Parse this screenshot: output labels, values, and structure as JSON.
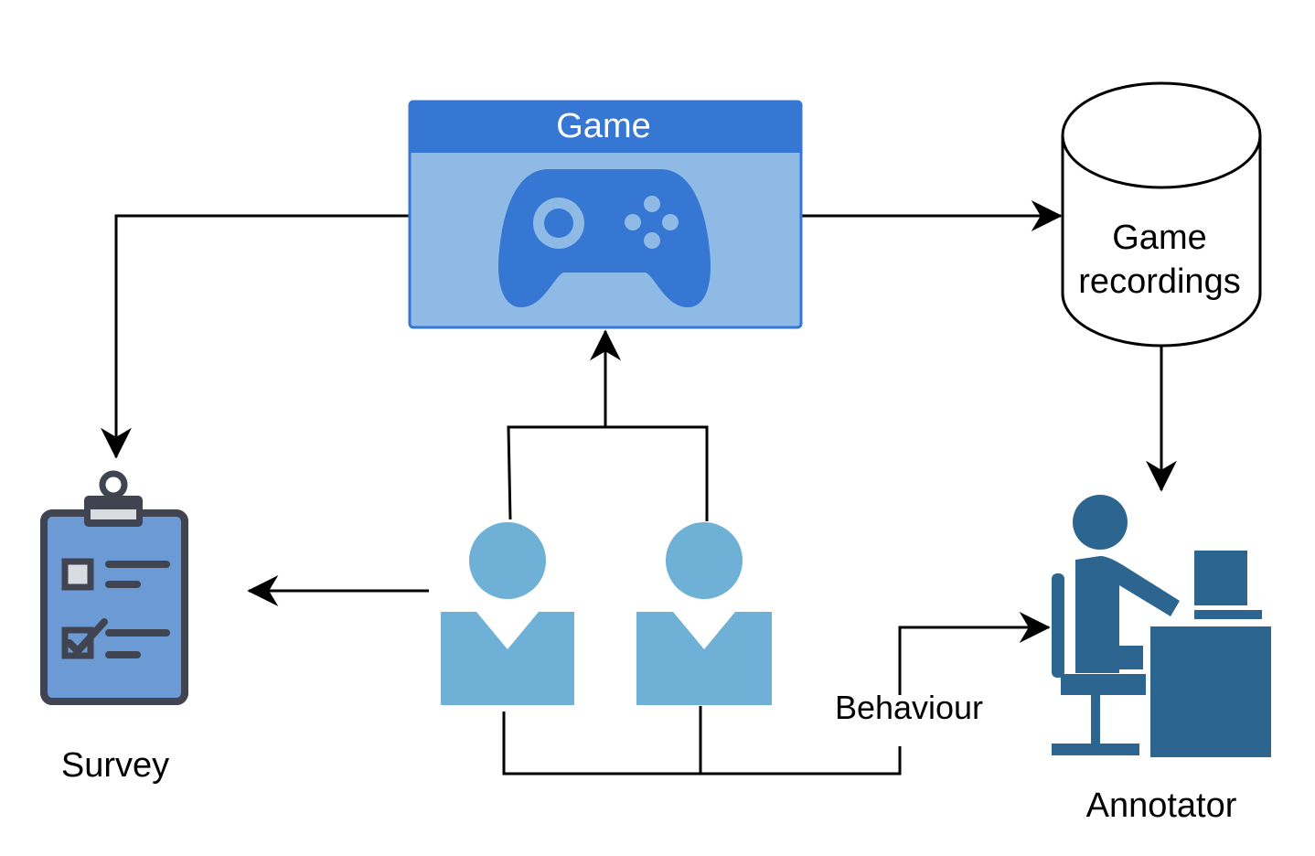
{
  "nodes": {
    "game": {
      "title": "Game",
      "icon": "gamepad-icon"
    },
    "recordings": {
      "line1": "Game",
      "line2": "recordings",
      "icon": "database-cylinder-icon"
    },
    "survey": {
      "label": "Survey",
      "icon": "clipboard-checklist-icon"
    },
    "participants": {
      "icon": "user-icon"
    },
    "annotator": {
      "label": "Annotator",
      "icon": "person-at-computer-icon"
    }
  },
  "edges": {
    "behaviour_label": "Behaviour"
  },
  "colors": {
    "game_header": "#3577d2",
    "game_body": "#8fbae6",
    "gamepad": "#3577d2",
    "gamepad_details": "#8fbae6",
    "participant": "#6fb0d6",
    "annotator": "#2d6591",
    "clipboard_body": "#6c9ad4",
    "clipboard_outline": "#3f4450",
    "arrow": "#000000"
  }
}
